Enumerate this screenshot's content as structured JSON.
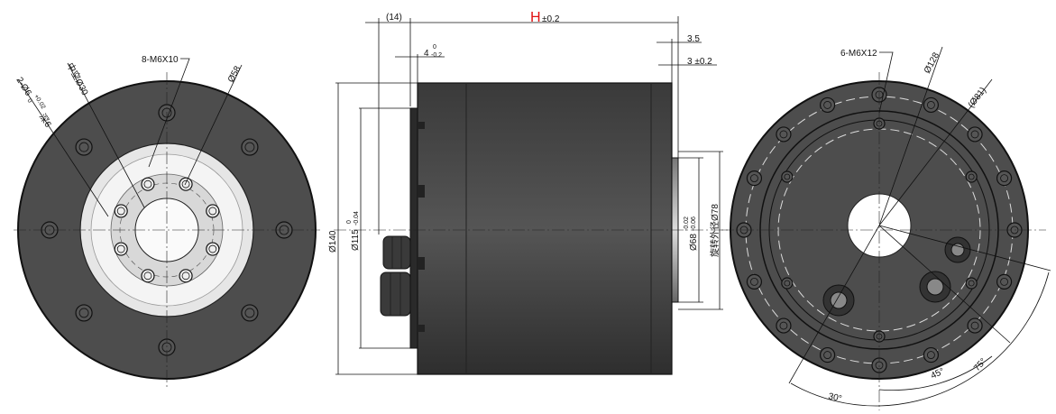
{
  "front_view": {
    "label_bolts": "8-M6X10",
    "label_hollow": "中空Ø30",
    "label_pins": "2-Ø6",
    "label_pins_tol_upper": "+0.02",
    "label_pins_tol_lower": "0",
    "label_pins_depth": "深6",
    "label_pcd": "Ø58"
  },
  "side_view": {
    "dim_14": "(14)",
    "dim_h_symbol": "H",
    "dim_h_tol": "±0.2",
    "dim_4": "4",
    "dim_4_tol_upper": "0",
    "dim_4_tol_lower": "-0.2",
    "dim_3_5": "3.5",
    "dim_3": "3 ±0.2",
    "dim_140": "Ø140",
    "dim_115": "Ø115",
    "dim_115_tol_upper": "0",
    "dim_115_tol_lower": "-0.04",
    "dim_68": "Ø68",
    "dim_68_tol_upper": "-0.02",
    "dim_68_tol_lower": "-0.06",
    "dim_78": "旋转外径Ø78"
  },
  "rear_view": {
    "label_bolts": "6-M6X12",
    "dim_128": "Ø128",
    "dim_81": "(Ø81)",
    "angle_30": "30°",
    "angle_45": "45°",
    "angle_75": "75°"
  },
  "colors": {
    "body": "#4a4a4a",
    "ring": "#e8e8e8",
    "accent_h": "#e01010"
  }
}
